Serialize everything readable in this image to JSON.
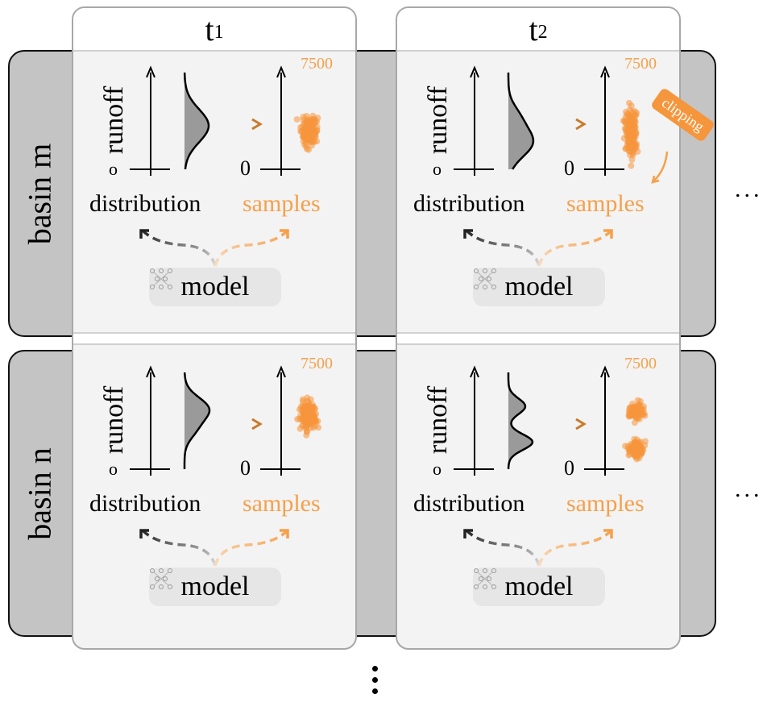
{
  "columns": [
    {
      "label": "t",
      "sub": "1"
    },
    {
      "label": "t",
      "sub": "2"
    }
  ],
  "rows": [
    {
      "label": "basin m"
    },
    {
      "label": "basin n"
    }
  ],
  "cell_text": {
    "axis_label": "runoff",
    "distribution_label": "distribution",
    "samples_label": "samples",
    "dist_zero": "o",
    "samples_zero": "0",
    "samples_max": "7500",
    "model_label": "model",
    "clipping_label": "clipping"
  },
  "ellipsis": {
    "horizontal": "...",
    "vertical": "⋮"
  },
  "colors": {
    "orange": "#f5a04b",
    "orange_dark": "#f5963c",
    "band_gray": "#c4c4c4",
    "panel_bg": "#f3f3f3",
    "dist_fill": "#9a9a9a"
  },
  "cells": [
    {
      "row": "basin m",
      "col": "t1",
      "distribution": "unimodal",
      "samples": "normal",
      "clipping": false
    },
    {
      "row": "basin m",
      "col": "t2",
      "distribution": "unimodal-low",
      "samples": "clipped-at-zero",
      "clipping": true
    },
    {
      "row": "basin n",
      "col": "t1",
      "distribution": "unimodal-high",
      "samples": "normal",
      "clipping": false
    },
    {
      "row": "basin n",
      "col": "t2",
      "distribution": "bimodal",
      "samples": "bimodal",
      "clipping": false
    }
  ]
}
